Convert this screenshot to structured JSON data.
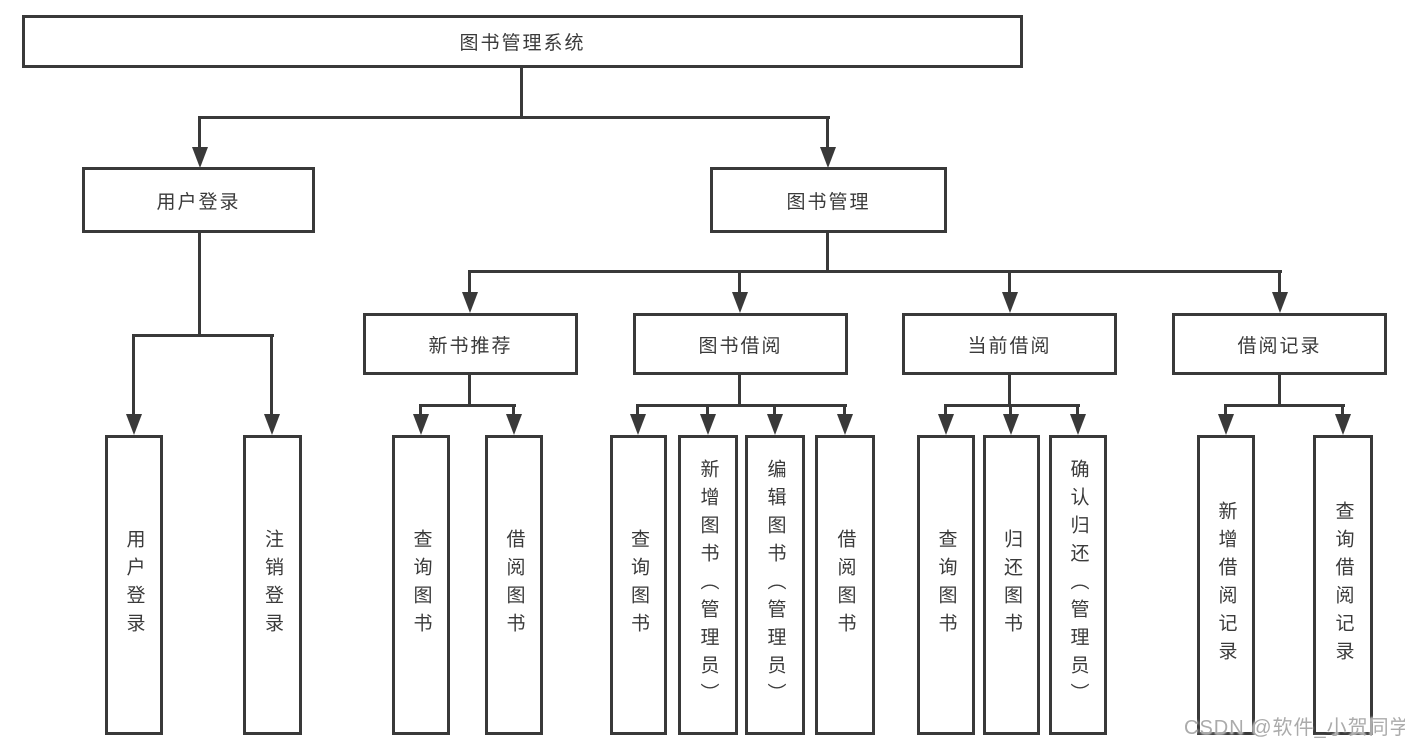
{
  "diagram": {
    "title": "图书管理系统",
    "branches": [
      {
        "label": "用户登录",
        "children": [
          {
            "label": "用户登录"
          },
          {
            "label": "注销登录"
          }
        ]
      },
      {
        "label": "图书管理",
        "children": [
          {
            "label": "新书推荐",
            "children": [
              {
                "label": "查询图书"
              },
              {
                "label": "借阅图书"
              }
            ]
          },
          {
            "label": "图书借阅",
            "children": [
              {
                "label": "查询图书"
              },
              {
                "label": "新增图书（管理员）"
              },
              {
                "label": "编辑图书（管理员）"
              },
              {
                "label": "借阅图书"
              }
            ]
          },
          {
            "label": "当前借阅",
            "children": [
              {
                "label": "查询图书"
              },
              {
                "label": "归还图书"
              },
              {
                "label": "确认归还（管理员）"
              }
            ]
          },
          {
            "label": "借阅记录",
            "children": [
              {
                "label": "新增借阅记录"
              },
              {
                "label": "查询借阅记录"
              }
            ]
          }
        ]
      }
    ],
    "colors": {
      "stroke": "#393939",
      "text": "#3a3a3a",
      "background": "#ffffff",
      "watermark": "#a7a7a7"
    },
    "watermark": {
      "text": "CSDN @软件_小贺同学"
    }
  }
}
